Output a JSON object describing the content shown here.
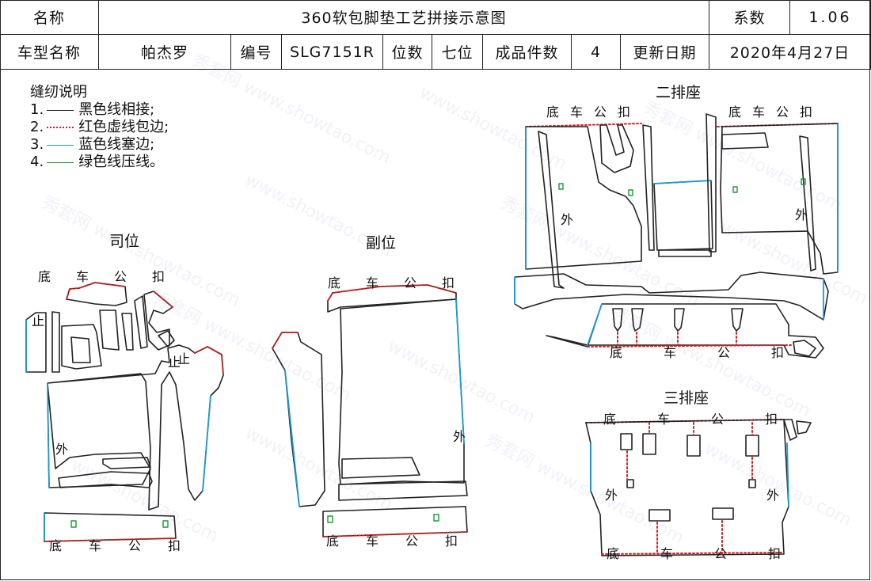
{
  "header": {
    "name_label": "名称",
    "title": "360软包脚垫工艺拼接示意图",
    "coef_label": "系数",
    "coef_value": "1.06",
    "model_label": "车型名称",
    "model_value": "帕杰罗",
    "code_label": "编号",
    "code_value": "SLG7151R",
    "seats_label": "位数",
    "seats_value": "七位",
    "pieces_label": "成品件数",
    "pieces_value": "4",
    "update_label": "更新日期",
    "update_value": "2020年4月27日"
  },
  "legend": {
    "title": "缝纫说明",
    "items": [
      {
        "num": "1.",
        "text": "黑色线相接;",
        "color": "#222222"
      },
      {
        "num": "2.",
        "text": "红色虚线包边;",
        "color": "#d42020"
      },
      {
        "num": "3.",
        "text": "蓝色线塞边;",
        "color": "#1a9ad6"
      },
      {
        "num": "4.",
        "text": "绿色线压线。",
        "color": "#1a9a3a"
      }
    ]
  },
  "sections": {
    "driver": "司位",
    "passenger": "副位",
    "row2": "二排座",
    "row3": "三排座"
  },
  "marks": {
    "buckle_chars": [
      "底",
      "车",
      "公",
      "扣"
    ],
    "outer": "外",
    "stop": "止"
  },
  "watermark": {
    "cn": "秀套网",
    "url": "www.showtao.com"
  },
  "colors": {
    "outline": "#222222",
    "hem_red": "#d42020",
    "tuck_blue": "#1a9ad6",
    "press_green": "#1a9a3a"
  }
}
